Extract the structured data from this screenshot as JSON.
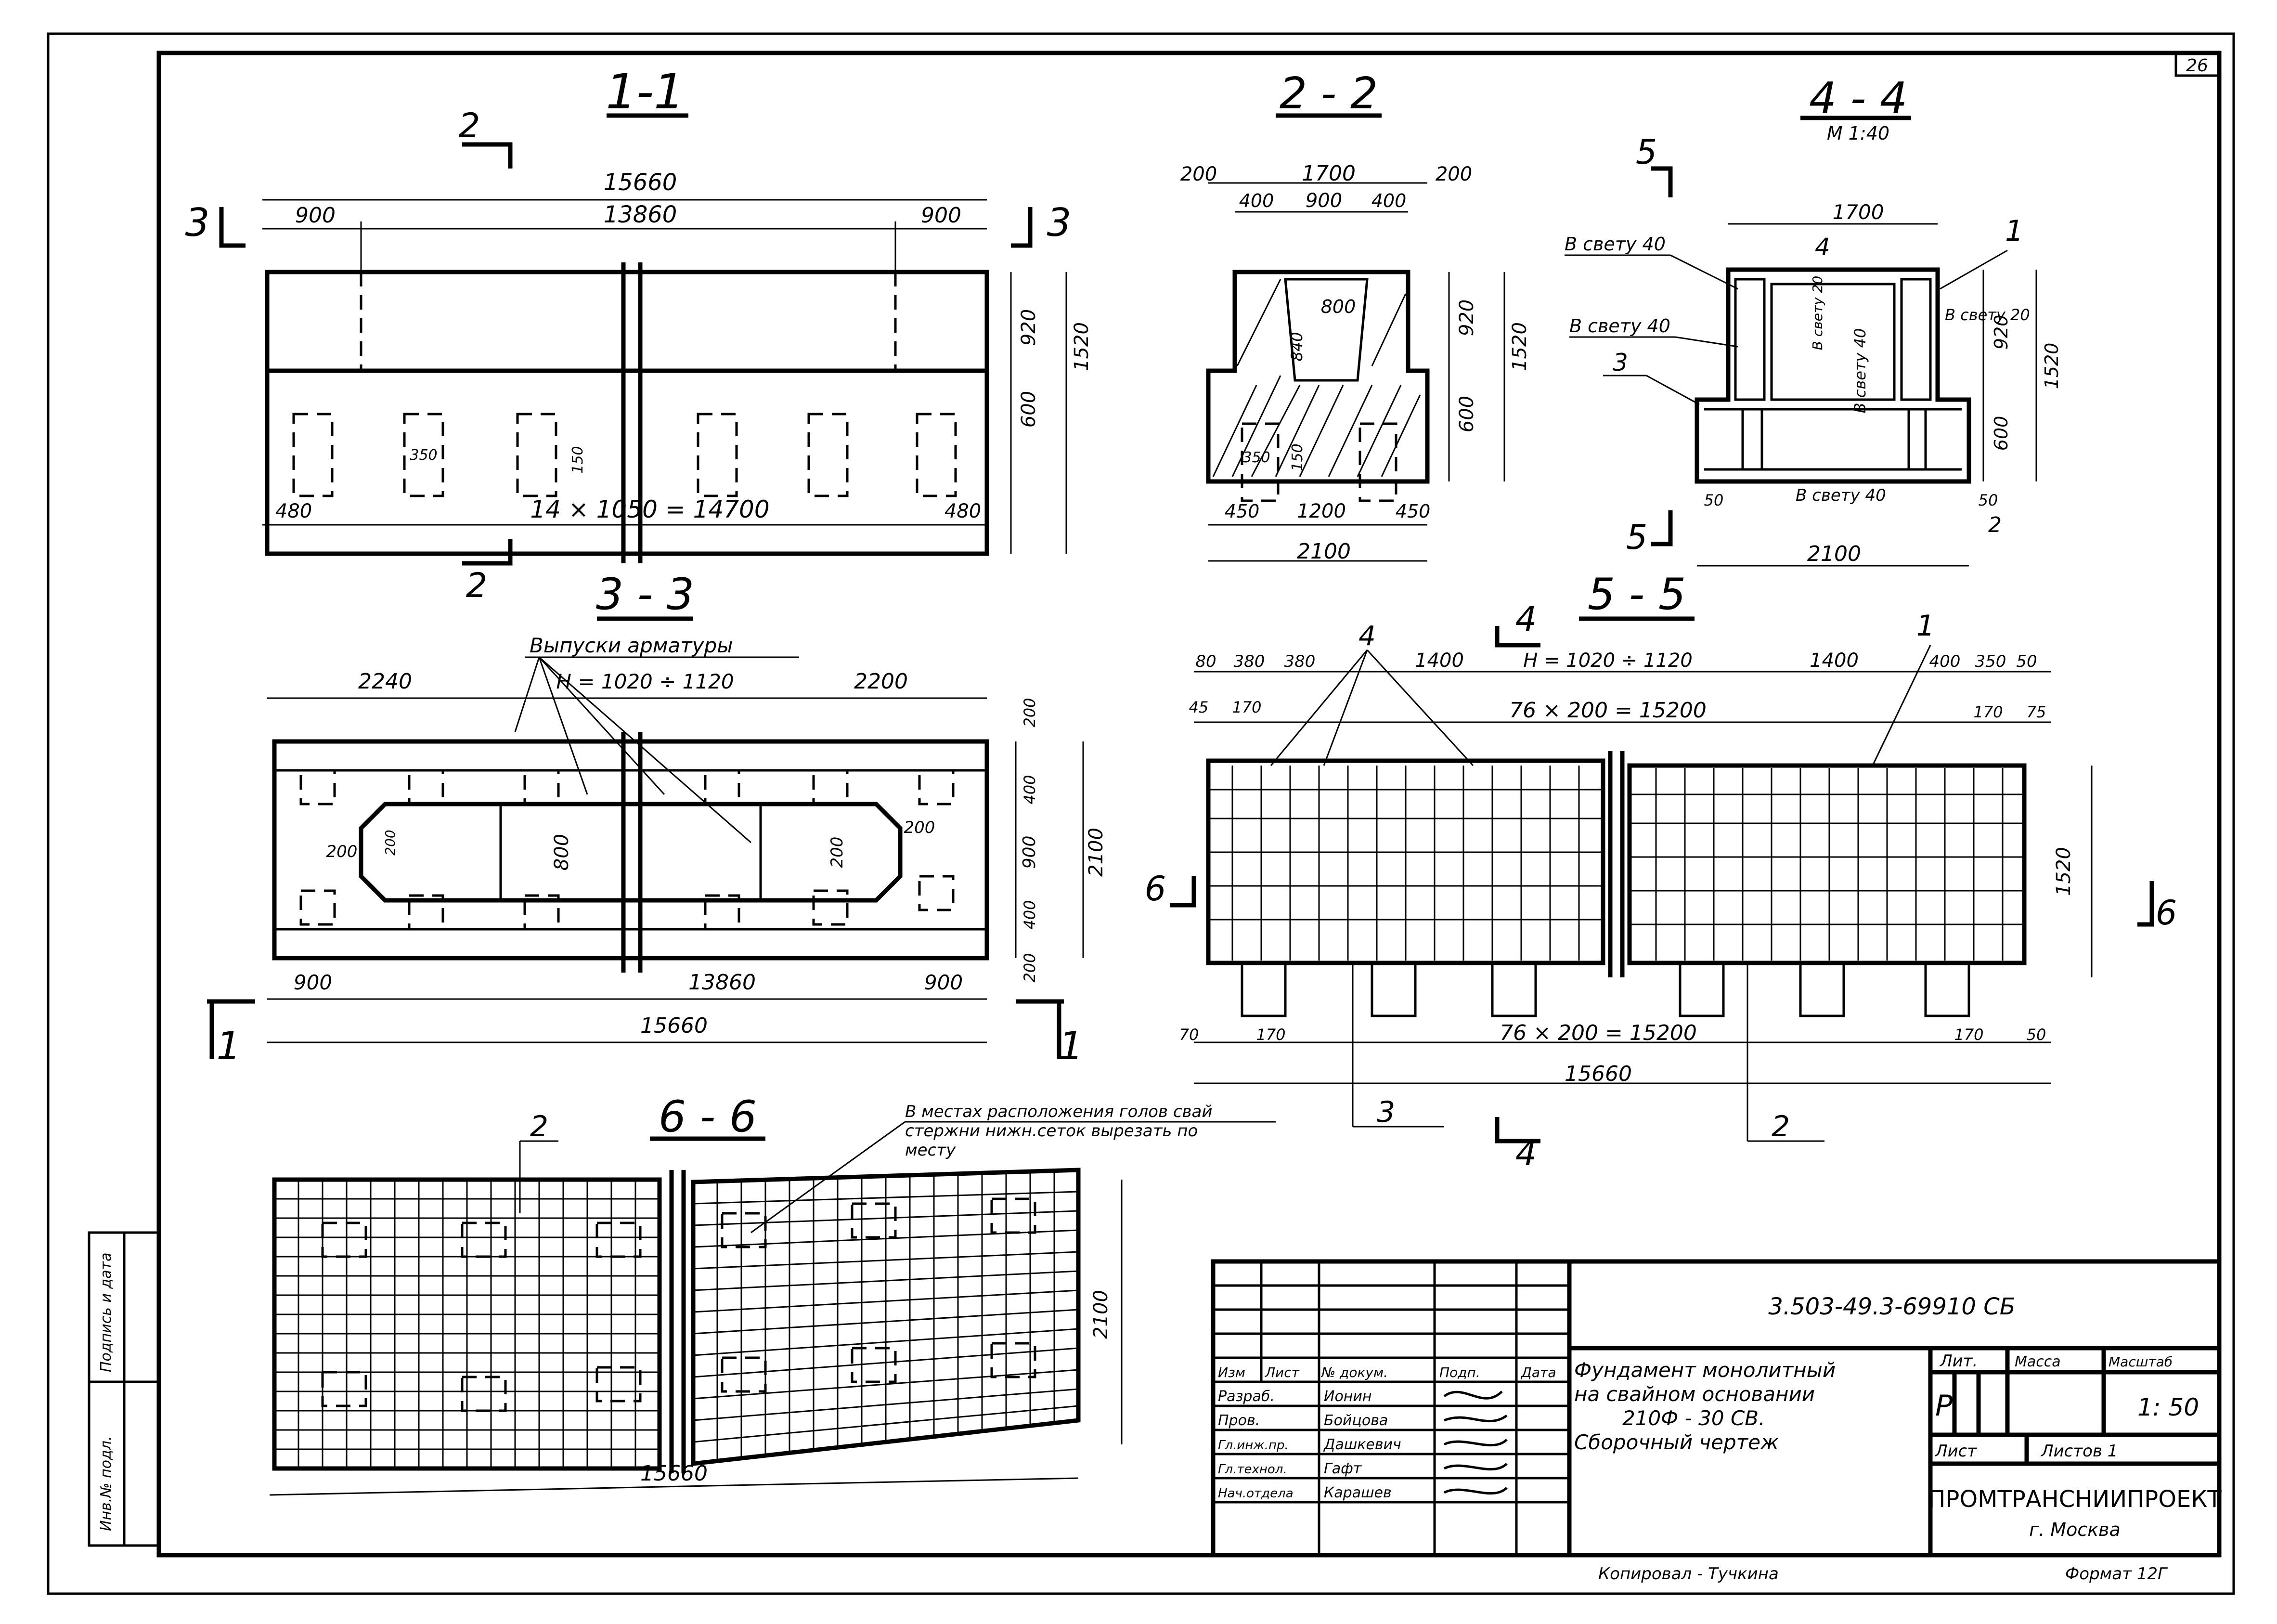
{
  "sheet_number": "26",
  "sections": {
    "s11": {
      "title": "1-1",
      "cut_mark_top": "2",
      "cut_mark_bottom": "2",
      "cut_mark_left": "3",
      "cut_mark_right": "3",
      "dims": {
        "total": "15660",
        "left": "900",
        "mid": "13860",
        "right": "900",
        "h_top": "920",
        "h_total": "1520",
        "h_bottom": "600",
        "pile_w": "350",
        "pile_h": "150",
        "end_left": "480",
        "span": "14 × 1050 = 14700",
        "end_right": "480"
      }
    },
    "s22": {
      "title": "2 - 2",
      "dims": {
        "left_off": "200",
        "top": "1700",
        "right_off": "200",
        "a": "400",
        "b": "900",
        "c": "400",
        "inner_w": "800",
        "inner_h": "840",
        "h_top": "920",
        "h_total": "1520",
        "h_bottom": "600",
        "pile_w": "350",
        "pile_h": "150",
        "bl": "450",
        "bm": "1200",
        "br": "450",
        "base": "2100"
      }
    },
    "s44": {
      "title": "4 - 4",
      "scale": "М 1:40",
      "cut_mark_top": "5",
      "cut_mark_bottom": "5",
      "labels": {
        "clear1": "В свету 40",
        "clear2": "В свету 40",
        "clear3": "В свету 40",
        "clear4": "В свету 20",
        "clear5": "В свету 20",
        "pos1": "1",
        "pos3": "3",
        "pos4": "4",
        "pos2": "2"
      },
      "dims": {
        "top": "1700",
        "h_top": "920",
        "h_total": "1520",
        "h_bottom": "600",
        "side_l": "50",
        "side_r": "50",
        "base": "2100"
      }
    },
    "s33": {
      "title": "3 - 3",
      "note": "Выпуски арматуры",
      "cut_mark": "1",
      "dims": {
        "left": "2240",
        "mid": "H = 1020 ÷ 1120",
        "right": "2200",
        "r1": "200",
        "r2": "400",
        "r3": "900",
        "r4": "400",
        "r5": "200",
        "rt": "2100",
        "chamfer_l": "200",
        "chamfer_l2": "200",
        "opening": "800",
        "chamfer_r": "200",
        "chamfer_r2": "200",
        "b_left": "900",
        "b_mid": "13860",
        "b_right": "900",
        "total": "15660"
      }
    },
    "s55": {
      "title": "5 - 5",
      "cut_mark_top": "4",
      "cut_mark_bottom": "4",
      "cut_mark_left": "6",
      "cut_mark_right": "6",
      "pos4": "4",
      "pos1": "1",
      "pos3": "3",
      "pos2": "2",
      "dims": {
        "d80": "80",
        "d380a": "380",
        "d380b": "380",
        "d1400a": "1400",
        "mid": "H = 1020 ÷ 1120",
        "d1400b": "1400",
        "d400": "400",
        "d350": "350",
        "d50": "50",
        "d45": "45",
        "d170a": "170",
        "pitch_top": "76 × 200 = 15200",
        "d170b": "170",
        "d75": "75",
        "height": "1520",
        "d70": "70",
        "d170c": "170",
        "pitch_bottom": "76 × 200 = 15200",
        "d170d": "170",
        "d50b": "50",
        "total": "15660"
      }
    },
    "s66": {
      "title": "6 - 6",
      "pos2": "2",
      "note_line1": "В местах расположения голов свай",
      "note_line2": "стержни нижн.сеток вырезать по",
      "note_line3": "месту",
      "dims": {
        "height": "2100",
        "total": "15660"
      }
    }
  },
  "side_stamp": {
    "c1": "Инв.№ подл.",
    "c2": "Подпись и дата"
  },
  "title_block": {
    "code": "3.503-49.3-69910 СБ",
    "title_line1": "Фундамент монолитный",
    "title_line2": "на свайном основании",
    "title_line3": "210Ф - 30 СВ.",
    "title_line4": "Сборочный чертеж",
    "head": {
      "izm": "Изм",
      "list": "Лист",
      "doc": "№ докум.",
      "sign": "Подп.",
      "date": "Дата"
    },
    "roles": [
      {
        "role": "Разраб.",
        "name": "Ионин"
      },
      {
        "role": "Пров.",
        "name": "Бойцова"
      },
      {
        "role": "Гл.инж.пр.",
        "name": "Дашкевич"
      },
      {
        "role": "Гл.технол.",
        "name": "Гафт"
      },
      {
        "role": "Нач.отдела",
        "name": "Карашев"
      }
    ],
    "lit_label": "Лит.",
    "mass_label": "Масса",
    "scale_label": "Масштаб",
    "lit_value": "Р",
    "scale_value": "1: 50",
    "sheet_label": "Лист",
    "sheets_label": "Листов 1",
    "org": "ПРОМТРАНСНИИПРОЕКТ",
    "city": "г. Москва",
    "copied": "Копировал - Тучкина",
    "format": "Формат 12Г"
  }
}
